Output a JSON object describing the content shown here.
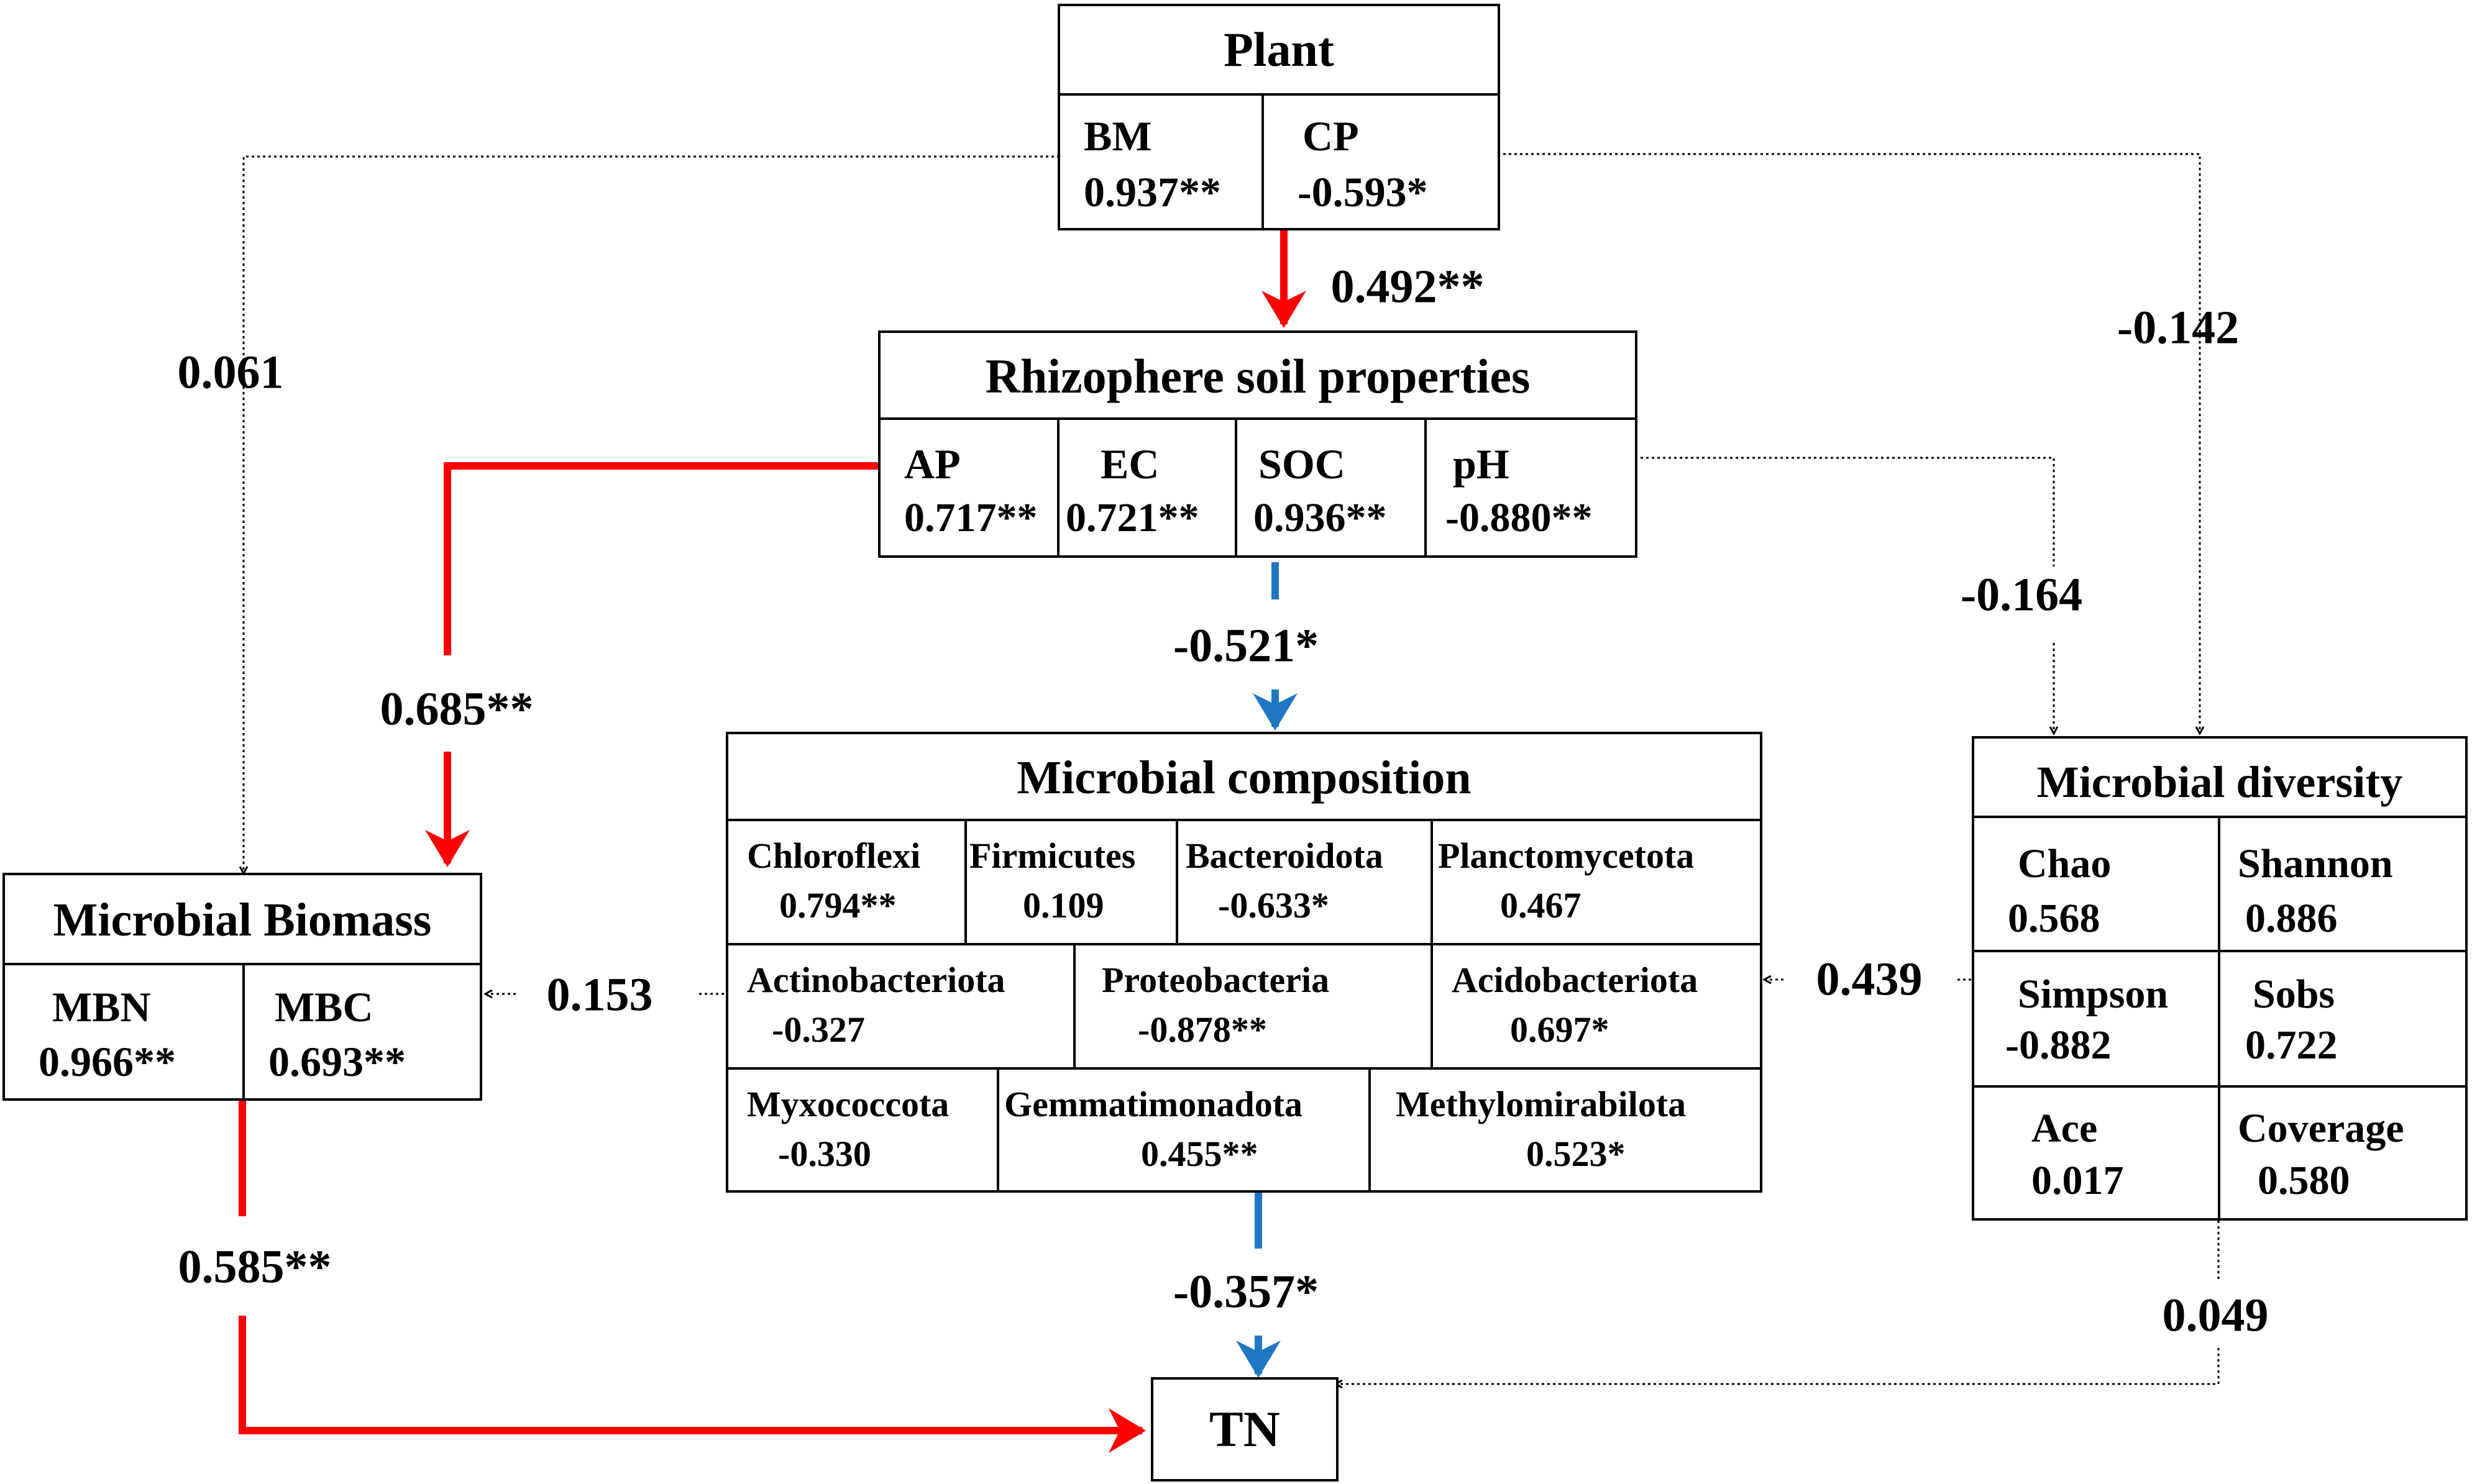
{
  "plant": {
    "title": "Plant",
    "cells": [
      {
        "name": "BM",
        "value": "0.937**"
      },
      {
        "name": "CP",
        "value": "-0.593*"
      }
    ]
  },
  "rhizosphere": {
    "title": "Rhizophere soil properties",
    "cells": [
      {
        "name": "AP",
        "value": "0.717**"
      },
      {
        "name": "EC",
        "value": "0.721**"
      },
      {
        "name": "SOC",
        "value": "0.936**"
      },
      {
        "name": "pH",
        "value": "-0.880**"
      }
    ]
  },
  "biomass": {
    "title": "Microbial Biomass",
    "cells": [
      {
        "name": "MBN",
        "value": "0.966**"
      },
      {
        "name": "MBC",
        "value": "0.693**"
      }
    ]
  },
  "composition": {
    "title": "Microbial composition",
    "row1": [
      {
        "name": "Chloroflexi",
        "value": "0.794**"
      },
      {
        "name": "Firmicutes",
        "value": "0.109"
      },
      {
        "name": "Bacteroidota",
        "value": "-0.633*"
      },
      {
        "name": "Planctomycetota",
        "value": "0.467"
      }
    ],
    "row2": [
      {
        "name": "Actinobacteriota",
        "value": "-0.327"
      },
      {
        "name": "Proteobacteria",
        "value": "-0.878**"
      },
      {
        "name": "Acidobacteriota",
        "value": "0.697*"
      }
    ],
    "row3": [
      {
        "name": "Myxococcota",
        "value": "-0.330"
      },
      {
        "name": "Gemmatimonadota",
        "value": "0.455**"
      },
      {
        "name": "Methylomirabilota",
        "value": "0.523*"
      }
    ]
  },
  "diversity": {
    "title": "Microbial diversity",
    "cells": [
      {
        "name": "Chao",
        "value": "0.568"
      },
      {
        "name": "Shannon",
        "value": "0.886"
      },
      {
        "name": "Simpson",
        "value": "-0.882"
      },
      {
        "name": "Sobs",
        "value": "0.722"
      },
      {
        "name": "Ace",
        "value": "0.017"
      },
      {
        "name": "Coverage",
        "value": "0.580"
      }
    ]
  },
  "tn": {
    "label": "TN"
  },
  "paths": {
    "plant_to_rhizo": "0.492**",
    "plant_to_biomass": "0.061",
    "plant_to_diversity": "-0.142",
    "rhizo_to_biomass": "0.685**",
    "rhizo_to_composition": "-0.521*",
    "rhizo_to_diversity": "-0.164",
    "composition_to_biomass": "0.153",
    "diversity_to_composition": "0.439",
    "biomass_to_tn": "0.585**",
    "composition_to_tn": "-0.357*",
    "diversity_to_tn": "0.049"
  },
  "colors": {
    "positive_significant": "#ff0000",
    "negative_significant": "#1f77c4",
    "nonsignificant": "#000000"
  }
}
